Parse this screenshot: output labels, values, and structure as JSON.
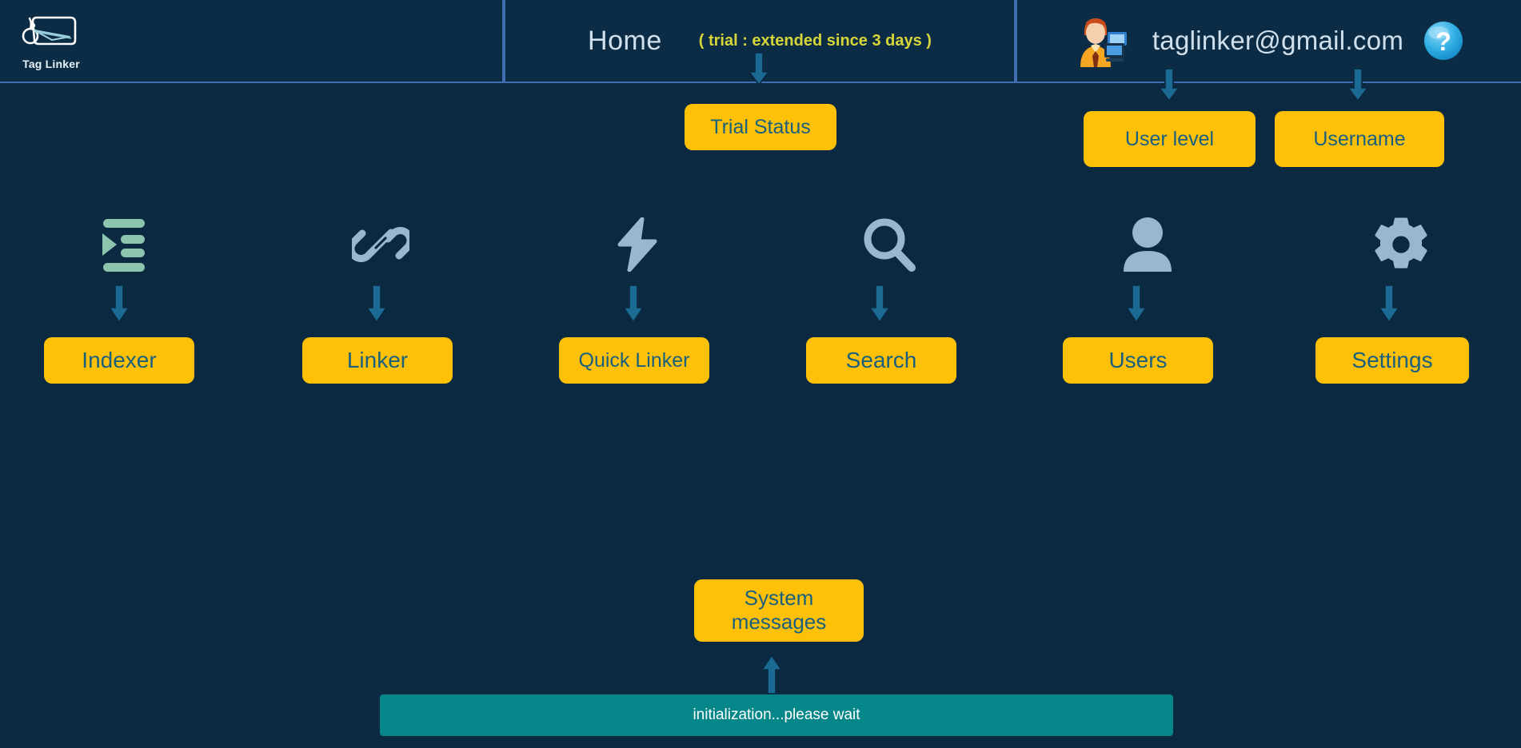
{
  "app": {
    "logo_name": "Tag Linker",
    "background_color": "#0b2a42",
    "accent_yellow": "#ffc107",
    "accent_teal": "#058789",
    "arrow_color": "#1b6a93"
  },
  "header": {
    "title": "Home",
    "trial_note": "( trial : extended since 3 days )",
    "user_email": "taglinker@gmail.com",
    "help_icon": "question-mark-icon",
    "avatar_icon": "user-avatar-icon"
  },
  "callouts": {
    "trial_status": "Trial Status",
    "user_level": "User level",
    "username": "Username",
    "system_messages": "System\nmessages"
  },
  "nav": {
    "items": [
      {
        "label": "Indexer",
        "icon": "indent-list-icon"
      },
      {
        "label": "Linker",
        "icon": "chain-link-icon"
      },
      {
        "label": "Quick Linker",
        "icon": "lightning-bolt-icon"
      },
      {
        "label": "Search",
        "icon": "magnifier-icon"
      },
      {
        "label": "Users",
        "icon": "person-icon"
      },
      {
        "label": "Settings",
        "icon": "gear-icon"
      }
    ]
  },
  "status": {
    "message": "initialization...please wait"
  }
}
